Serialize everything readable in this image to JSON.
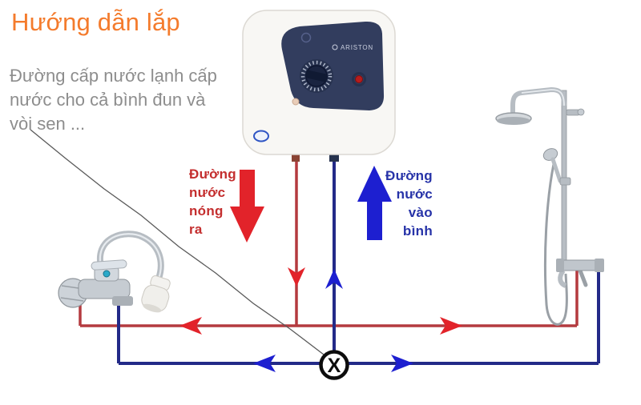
{
  "title": "Hướng dẫn lắp",
  "annotation": {
    "line1": "Đường cấp nước lạnh cấp",
    "line2": "nước cho cả bình đun và",
    "line3": "vòi sen ..."
  },
  "labels": {
    "hot": {
      "line1": "Đường",
      "line2": "nước",
      "line3": "nóng",
      "line4": "ra"
    },
    "cold": {
      "line1": "Đường",
      "line2": "nước",
      "line3": "vào",
      "line4": "bình"
    }
  },
  "valve": {
    "symbol": "X"
  },
  "heater": {
    "brand": "ARISTON"
  },
  "colors": {
    "background": "#ffffff",
    "title_orange": "#f47b2c",
    "annotation_gray": "#8d8d8d",
    "hot_line": "#b43a3f",
    "hot_arrow": "#e2232a",
    "hot_text": "#c42e2e",
    "cold_line": "#232a88",
    "cold_arrow": "#1d1fd0",
    "cold_text": "#2733a8",
    "heater_panel_navy": "#323d5e",
    "chrome": "#b7bdc3"
  }
}
